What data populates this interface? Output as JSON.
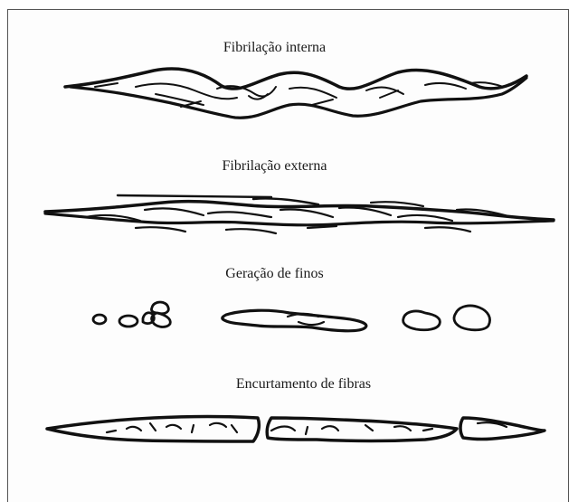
{
  "figure": {
    "panels": [
      {
        "label": "Fibrilação interna",
        "icon": "internal-fibrillation-fiber-sketch"
      },
      {
        "label": "Fibrilação externa",
        "icon": "external-fibrillation-fiber-sketch"
      },
      {
        "label": "Geração de finos",
        "icon": "fines-generation-fragments-sketch"
      },
      {
        "label": "Encurtamento de fibras",
        "icon": "fiber-shortening-sketch"
      }
    ],
    "colors": {
      "ink": "#111111",
      "frame": "#555555",
      "background": "#ffffff"
    }
  }
}
